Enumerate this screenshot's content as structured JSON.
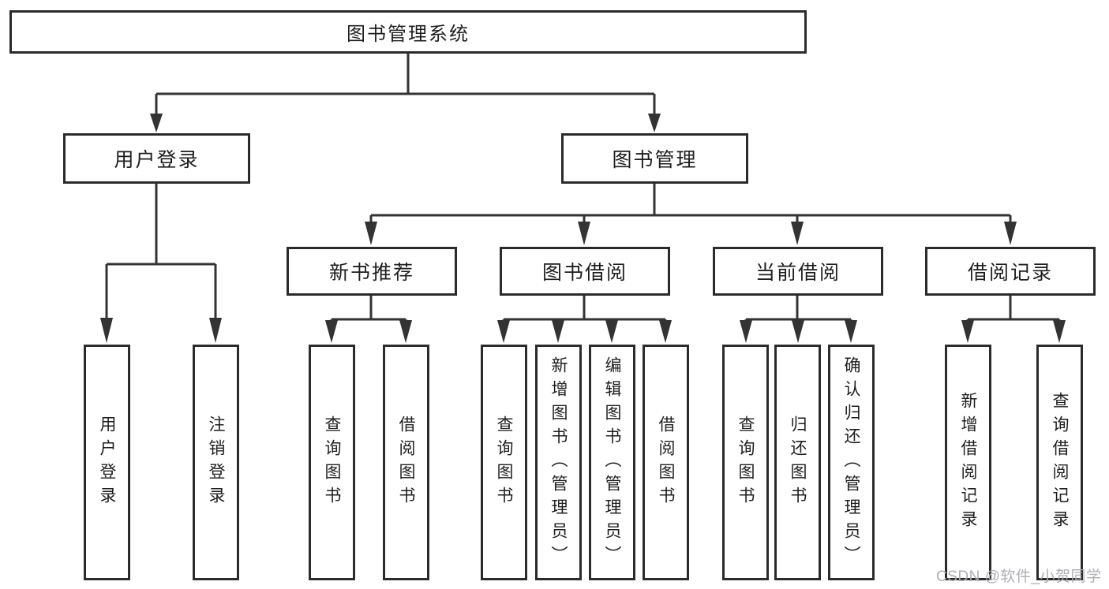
{
  "tree": {
    "root_label": "图书管理系统",
    "branches": [
      {
        "label": "用户登录",
        "children": [
          "用户登录",
          "注销登录"
        ]
      },
      {
        "label": "图书管理",
        "sections": [
          {
            "label": "新书推荐",
            "children": [
              "查询图书",
              "借阅图书"
            ]
          },
          {
            "label": "图书借阅",
            "children": [
              "查询图书",
              "新增图书（管理员）",
              "编辑图书（管理员）",
              "借阅图书"
            ]
          },
          {
            "label": "当前借阅",
            "children": [
              "查询图书",
              "归还图书",
              "确认归还（管理员）"
            ]
          },
          {
            "label": "借阅记录",
            "children": [
              "新增借阅记录",
              "查询借阅记录"
            ]
          }
        ]
      }
    ]
  },
  "watermark": "CSDN @软件_小贺同学",
  "colors": {
    "line": "#333333",
    "box_border": "#2b2b2b",
    "text": "#1e1e1e",
    "watermark": "#aeaeb4",
    "background": "#ffffff"
  }
}
